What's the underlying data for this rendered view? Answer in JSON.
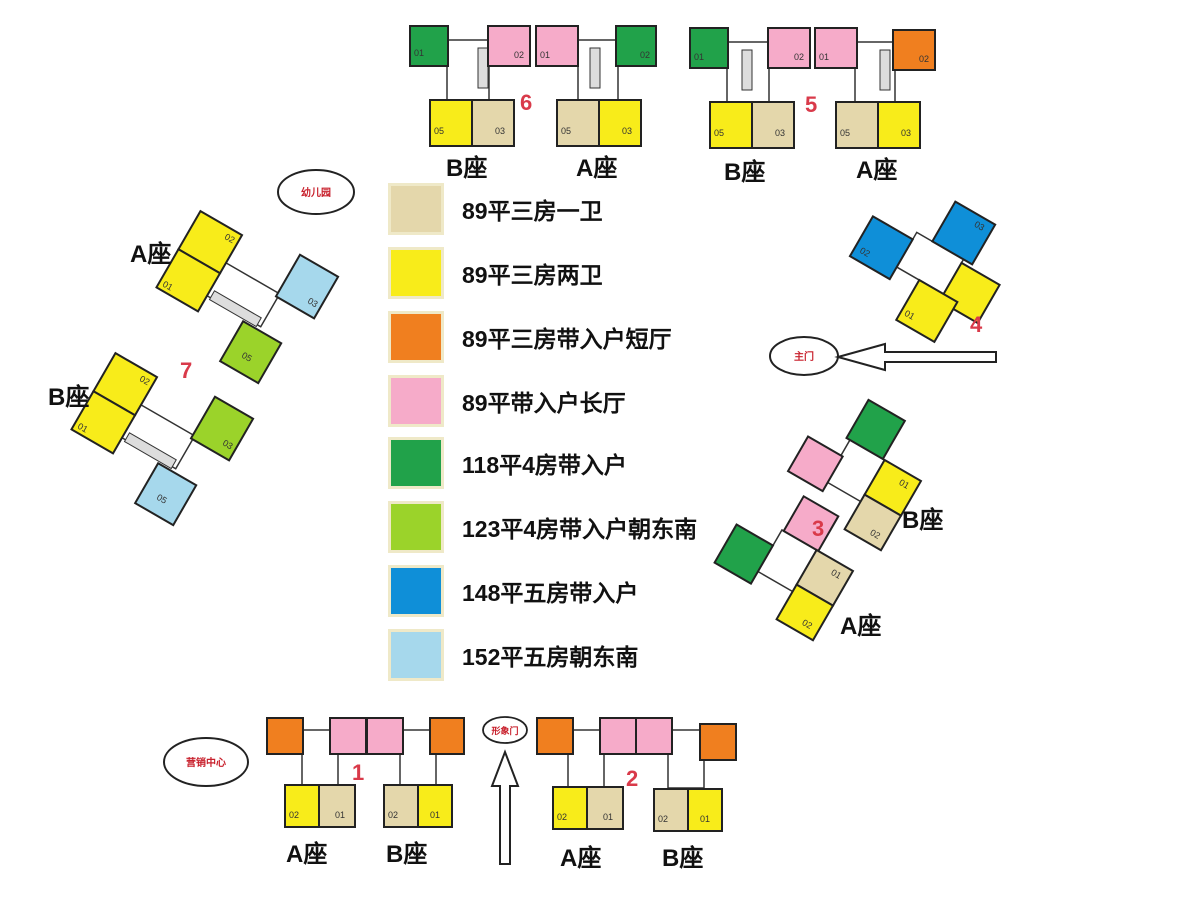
{
  "colors": {
    "tan": "#e4d7ab",
    "yellow": "#f8ec1a",
    "orange": "#f07f1f",
    "pink": "#f6abc9",
    "green": "#21a24a",
    "lime": "#9bd32a",
    "blue": "#0f8fd8",
    "lightblue": "#a6d8ec",
    "label_red": "#d93a4a",
    "oval_text_red": "#c8202c"
  },
  "legend": [
    {
      "label": "89平三房一卫",
      "color": "#e4d7ab"
    },
    {
      "label": "89平三房两卫",
      "color": "#f8ec1a"
    },
    {
      "label": "89平三房带入户短厅",
      "color": "#f07f1f"
    },
    {
      "label": "89平带入户长厅",
      "color": "#f6abc9"
    },
    {
      "label": "118平4房带入户",
      "color": "#21a24a"
    },
    {
      "label": "123平4房带入户朝东南",
      "color": "#9bd32a"
    },
    {
      "label": "148平五房带入户",
      "color": "#0f8fd8"
    },
    {
      "label": "152平五房朝东南",
      "color": "#a6d8ec"
    }
  ],
  "landmarks": {
    "kindergarten": "幼儿园",
    "main_gate": "主门",
    "sales_center": "营销中心",
    "image_gate": "形象门"
  },
  "buildings": {
    "b1": {
      "number": "1",
      "left_label": "A座",
      "right_label": "B座"
    },
    "b2": {
      "number": "2",
      "left_label": "A座",
      "right_label": "B座"
    },
    "b3": {
      "number": "3",
      "upper_label": "B座",
      "lower_label": "A座"
    },
    "b4": {
      "number": "4"
    },
    "b5": {
      "number": "5",
      "left_label": "B座",
      "right_label": "A座"
    },
    "b6": {
      "number": "6",
      "left_label": "B座",
      "right_label": "A座"
    },
    "b7": {
      "number": "7",
      "upper_label": "A座",
      "lower_label": "B座"
    }
  },
  "unit_codes": {
    "u01": "01",
    "u02": "02",
    "u03": "03",
    "u05": "05"
  }
}
